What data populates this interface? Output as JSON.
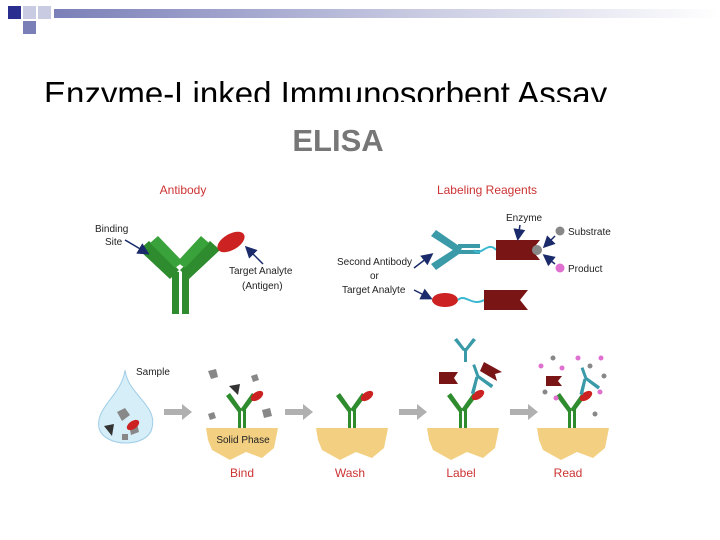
{
  "slide": {
    "title": "Enzyme-Linked Immunosorbent Assay"
  },
  "diagram": {
    "heading": "ELISA",
    "antibody_section": {
      "title": "Antibody",
      "binding_site_line1": "Binding",
      "binding_site_line2": "Site",
      "target_line1": "Target Analyte",
      "target_line2": "(Antigen)"
    },
    "labeling_section": {
      "title": "Labeling Reagents",
      "enzyme": "Enzyme",
      "substrate": "Substrate",
      "product": "Product",
      "second_line1": "Second Antibody",
      "second_line2": "or",
      "second_line3": "Target Analyte"
    },
    "process": {
      "sample": "Sample",
      "solid_phase": "Solid Phase",
      "steps": [
        "Bind",
        "Wash",
        "Label",
        "Read"
      ]
    }
  },
  "colors": {
    "accent_red": "#cc3333",
    "antibody_green": "#2e8b2e",
    "reagent_teal": "#3a9aa8",
    "enzyme_maroon": "#7a1515",
    "solid_phase": "#f3cf82",
    "title_gray": "#777777"
  }
}
